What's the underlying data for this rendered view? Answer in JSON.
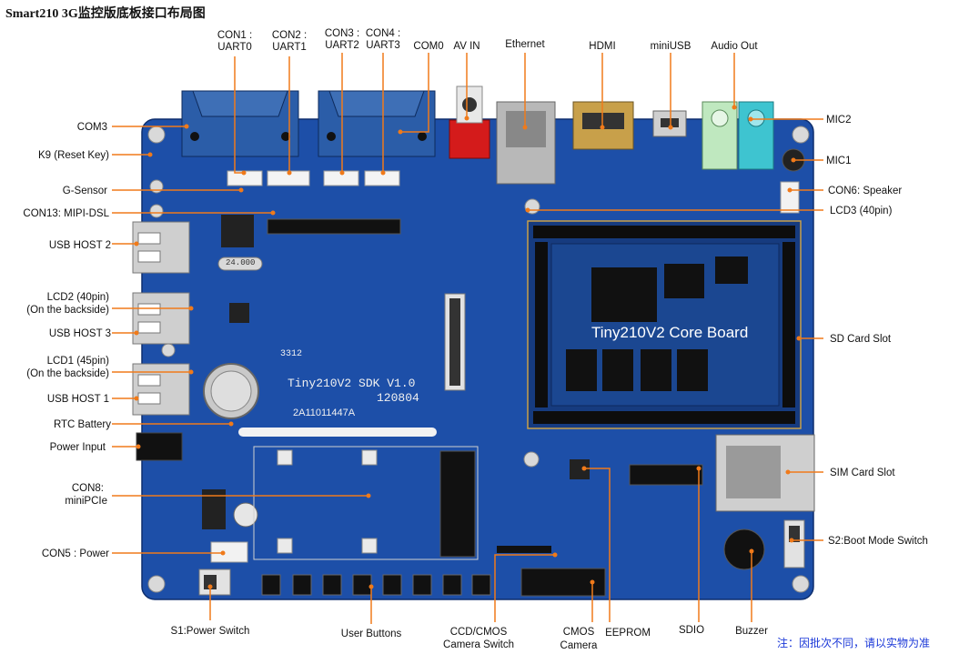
{
  "title": "Smart210 3G监控版底板接口布局图",
  "note": "注：因批次不同，请以实物为准",
  "colors": {
    "board": "#1d4fa8",
    "board_dark": "#173f8a",
    "callout": "#f07a1a",
    "pad": "#c8b27a"
  },
  "board_text": {
    "sdk": "Tiny210V2 SDK V1.0",
    "date": "120804",
    "serial": "2A11011447A",
    "core": "Tiny210V2 Core Board",
    "crystal": "24.000",
    "num": "3312"
  },
  "labels": {
    "con1": "CON1 :",
    "uart0": "UART0",
    "con2": "CON2 :",
    "uart1": "UART1",
    "con3": "CON3 :",
    "uart2": "UART2",
    "con4": "CON4 :",
    "uart3": "UART3",
    "com0": "COM0",
    "avin": "AV IN",
    "ethernet": "Ethernet",
    "hdmi": "HDMI",
    "miniusb": "miniUSB",
    "audio_out": "Audio Out",
    "com3": "COM3",
    "k9": "K9 (Reset Key)",
    "gsensor": "G-Sensor",
    "con13": "CON13: MIPI-DSL",
    "usb2": "USB HOST 2",
    "lcd2a": "LCD2  (40pin)",
    "lcd2b": "(On the backside)",
    "usb3": "USB HOST 3",
    "lcd1a": "LCD1 (45pin)",
    "lcd1b": "(On the backside)",
    "usb1": "USB HOST 1",
    "rtc": "RTC Battery",
    "power_input": "Power Input",
    "con8a": "CON8:",
    "con8b": "miniPCIe",
    "con5": "CON5 : Power",
    "s1": "S1:Power Switch",
    "user_buttons": "User Buttons",
    "ccd1": "CCD/CMOS",
    "ccd2": "Camera Switch",
    "cmos1": "CMOS",
    "cmos2": "Camera",
    "eeprom": "EEPROM",
    "sdio": "SDIO",
    "buzzer": "Buzzer",
    "mic2": "MIC2",
    "mic1": "MIC1",
    "con6": "CON6: Speaker",
    "lcd3": "LCD3 (40pin)",
    "sd": "SD Card Slot",
    "sim": "SIM Card Slot",
    "s2": "S2:Boot Mode Switch"
  }
}
